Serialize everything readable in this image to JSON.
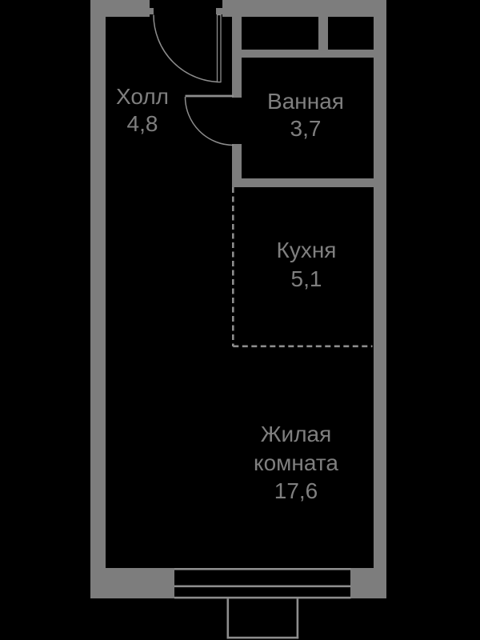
{
  "colors": {
    "background": "#000000",
    "wall": "#7d7d7d",
    "thin_line": "#8d8d8d",
    "text": "#7f7f7f"
  },
  "rooms": {
    "hall": {
      "name": "Холл",
      "area": "4,8"
    },
    "bathroom": {
      "name": "Ванная",
      "area": "3,7"
    },
    "kitchen": {
      "name": "Кухня",
      "area": "5,1"
    },
    "living": {
      "name": "Жилая комната",
      "area": "17,6"
    }
  }
}
